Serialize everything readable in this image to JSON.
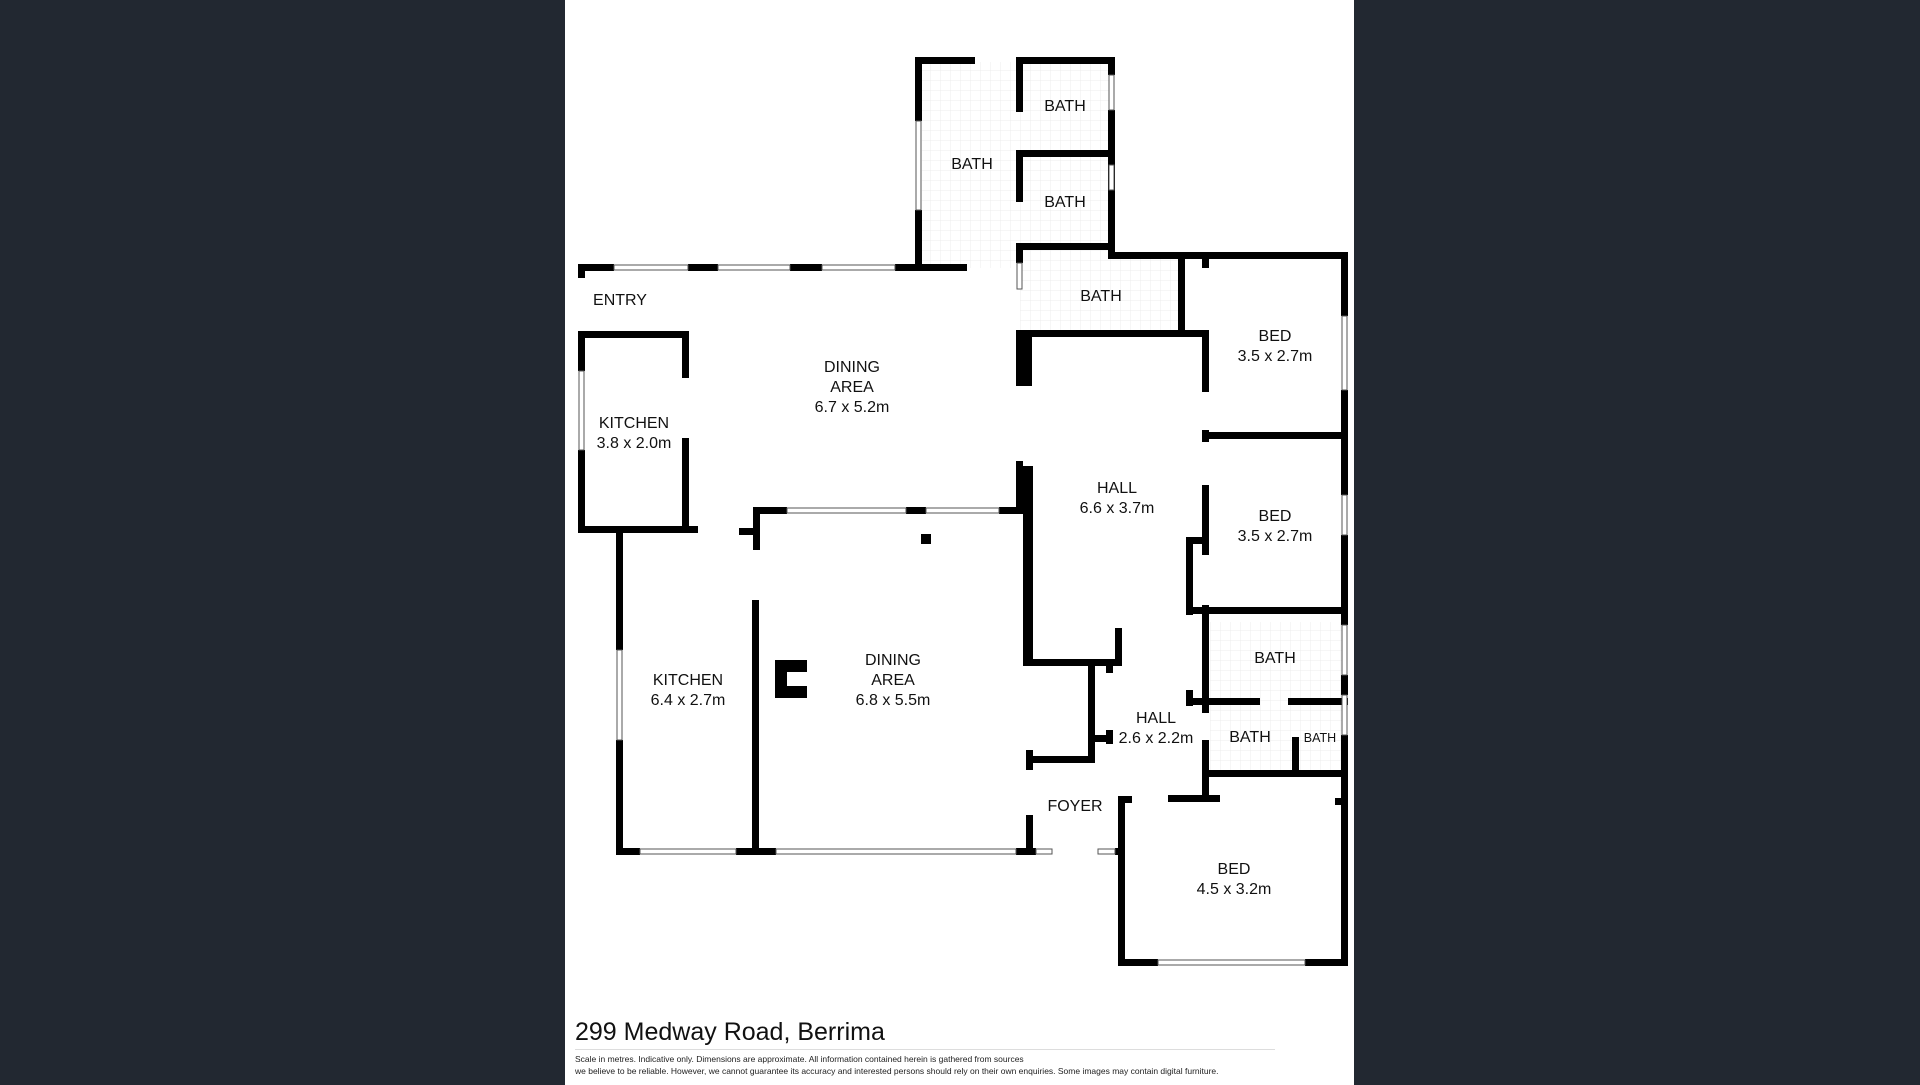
{
  "listing": {
    "address": "299 Medway Road, Berrima",
    "disclaimer": {
      "line1": "Scale in metres. Indicative only. Dimensions are approximate. All information contained herein is gathered from sources",
      "line2": "we believe to be reliable. However, we cannot guarantee its accuracy and interested persons should rely on their own enquiries. Some images may contain digital furniture."
    }
  },
  "colors": {
    "background": "#222831",
    "sheet": "#ffffff",
    "wall": "#000000",
    "tile_grid": "#ededed"
  },
  "rooms": [
    {
      "id": "entry",
      "name": "ENTRY",
      "dims": ""
    },
    {
      "id": "bath_left",
      "name": "BATH",
      "dims": ""
    },
    {
      "id": "bath_top1",
      "name": "BATH",
      "dims": ""
    },
    {
      "id": "bath_top2",
      "name": "BATH",
      "dims": ""
    },
    {
      "id": "bath_mid",
      "name": "BATH",
      "dims": ""
    },
    {
      "id": "dining_1",
      "name_line1": "DINING",
      "name_line2": "AREA",
      "dims": "6.7 x 5.2m"
    },
    {
      "id": "kitchen_1",
      "name": "KITCHEN",
      "dims": "3.8 x 2.0m"
    },
    {
      "id": "bed_1",
      "name": "BED",
      "dims": "3.5 x 2.7m"
    },
    {
      "id": "hall_1",
      "name": "HALL",
      "dims": "6.6 x 3.7m"
    },
    {
      "id": "bed_2",
      "name": "BED",
      "dims": "3.5 x 2.7m"
    },
    {
      "id": "kitchen_2",
      "name": "KITCHEN",
      "dims": "6.4 x 2.7m"
    },
    {
      "id": "dining_2",
      "name_line1": "DINING",
      "name_line2": "AREA",
      "dims": "6.8 x 5.5m"
    },
    {
      "id": "bath_lower1",
      "name": "BATH",
      "dims": ""
    },
    {
      "id": "hall_2",
      "name": "HALL",
      "dims": "2.6 x 2.2m"
    },
    {
      "id": "bath_lower2",
      "name": "BATH",
      "dims": ""
    },
    {
      "id": "bath_lower3",
      "name": "BATH",
      "dims": ""
    },
    {
      "id": "foyer",
      "name": "FOYER",
      "dims": ""
    },
    {
      "id": "bed_3",
      "name": "BED",
      "dims": "4.5 x 3.2m"
    }
  ]
}
